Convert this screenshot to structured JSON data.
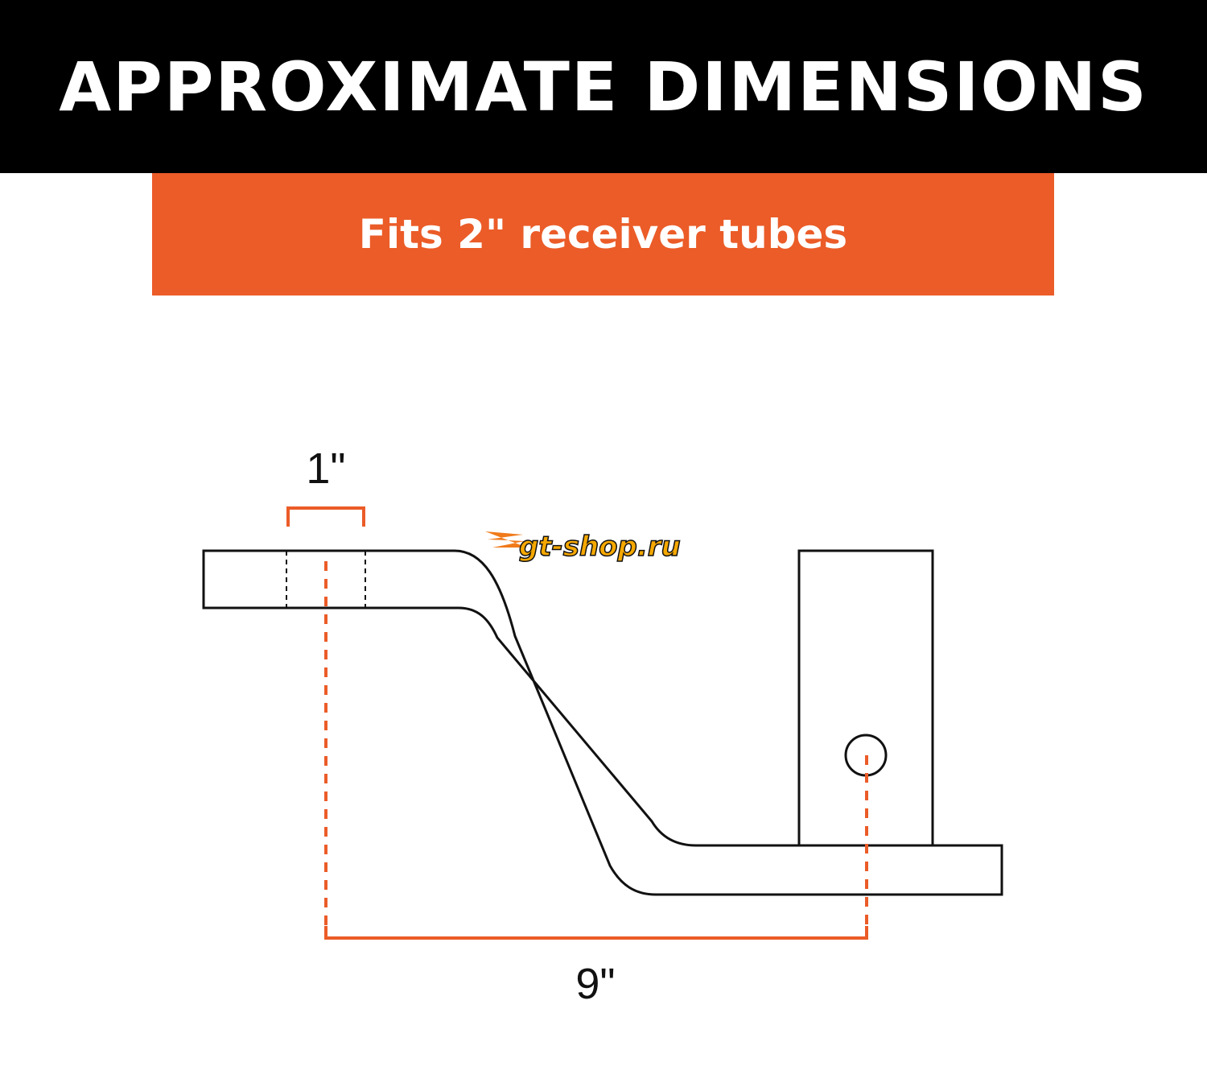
{
  "header": {
    "title": "APPROXIMATE DIMENSIONS"
  },
  "subtitle": {
    "text": "Fits 2\" receiver tubes"
  },
  "dimensions": {
    "hole_width": "1\"",
    "rise_length": "9\""
  },
  "watermark": {
    "text": "gt-shop.ru"
  },
  "colors": {
    "accent": "#eb5c28",
    "header_bg": "#000000"
  }
}
